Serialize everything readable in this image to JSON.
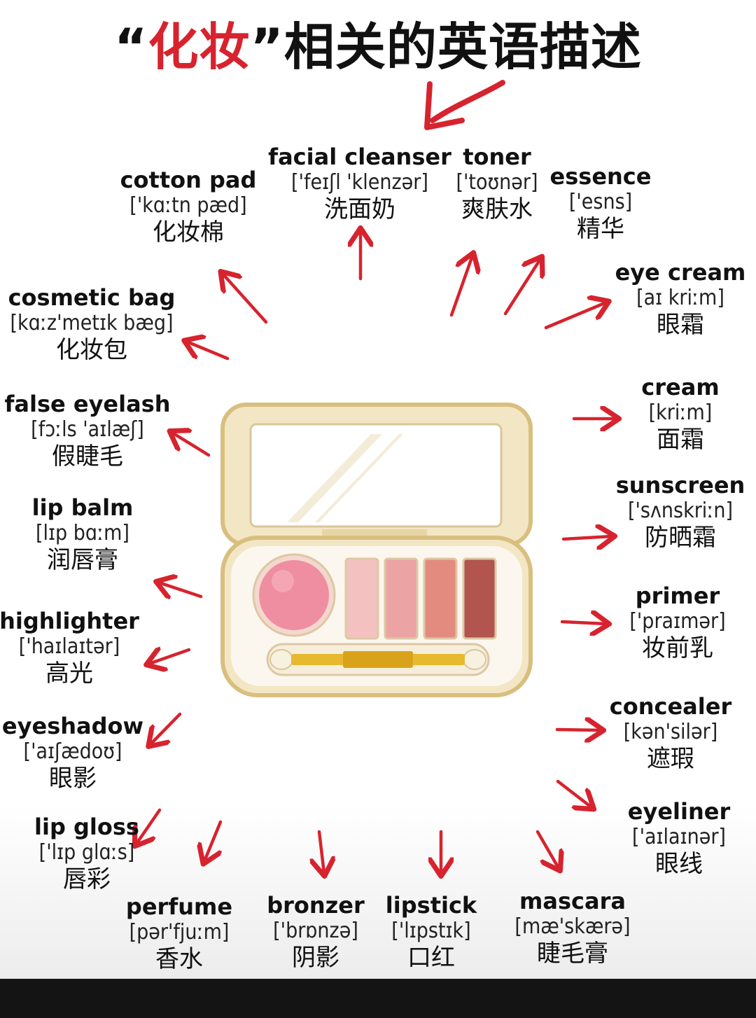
{
  "title": {
    "open_quote": "“",
    "highlight": "化妆",
    "close_quote": "”",
    "rest": "相关的英语描述"
  },
  "terms": [
    {
      "en": "cotton pad",
      "ipa": "['kɑːtn pæd]",
      "zh": "化妆棉"
    },
    {
      "en": "facial cleanser",
      "ipa": "['feɪʃl 'klenzər]",
      "zh": "洗面奶"
    },
    {
      "en": "toner",
      "ipa": "['toʊnər]",
      "zh": "爽肤水"
    },
    {
      "en": "essence",
      "ipa": "['esns]",
      "zh": "精华"
    },
    {
      "en": "eye cream",
      "ipa": "[aɪ kriːm]",
      "zh": "眼霜"
    },
    {
      "en": "cosmetic bag",
      "ipa": "[kɑːz'metɪk bæg]",
      "zh": "化妆包"
    },
    {
      "en": "false eyelash",
      "ipa": "[fɔːls 'aɪlæʃ]",
      "zh": "假睫毛"
    },
    {
      "en": "cream",
      "ipa": "[kriːm]",
      "zh": "面霜"
    },
    {
      "en": "lip balm",
      "ipa": "[lɪp bɑːm]",
      "zh": "润唇膏"
    },
    {
      "en": "sunscreen",
      "ipa": "['sʌnskriːn]",
      "zh": "防晒霜"
    },
    {
      "en": "highlighter",
      "ipa": "['haɪlaɪtər]",
      "zh": "高光"
    },
    {
      "en": "primer",
      "ipa": "['praɪmər]",
      "zh": "妆前乳"
    },
    {
      "en": "eyeshadow",
      "ipa": "['aɪʃædoʊ]",
      "zh": "眼影"
    },
    {
      "en": "concealer",
      "ipa": "[kən'silər]",
      "zh": "遮瑕"
    },
    {
      "en": "lip gloss",
      "ipa": "['lɪp glɑːs]",
      "zh": "唇彩"
    },
    {
      "en": "eyeliner",
      "ipa": "['aɪlaɪnər]",
      "zh": "眼线"
    },
    {
      "en": "perfume",
      "ipa": "[pər'fjuːm]",
      "zh": "香水"
    },
    {
      "en": "bronzer",
      "ipa": "['brɒnzə]",
      "zh": "阴影"
    },
    {
      "en": "lipstick",
      "ipa": "['lɪpstɪk]",
      "zh": "口红"
    },
    {
      "en": "mascara",
      "ipa": "[mæ'skærə]",
      "zh": "睫毛膏"
    }
  ],
  "colors": {
    "accent": "#d7232e",
    "case_frame": "#f3e6c4",
    "case_inner": "#fbf7ee",
    "blush": "#ef8ea0",
    "shadows": [
      "#f3c2c0",
      "#eba3a4",
      "#e48b80",
      "#b2554f"
    ],
    "brush_handle": "#e7b92f"
  }
}
